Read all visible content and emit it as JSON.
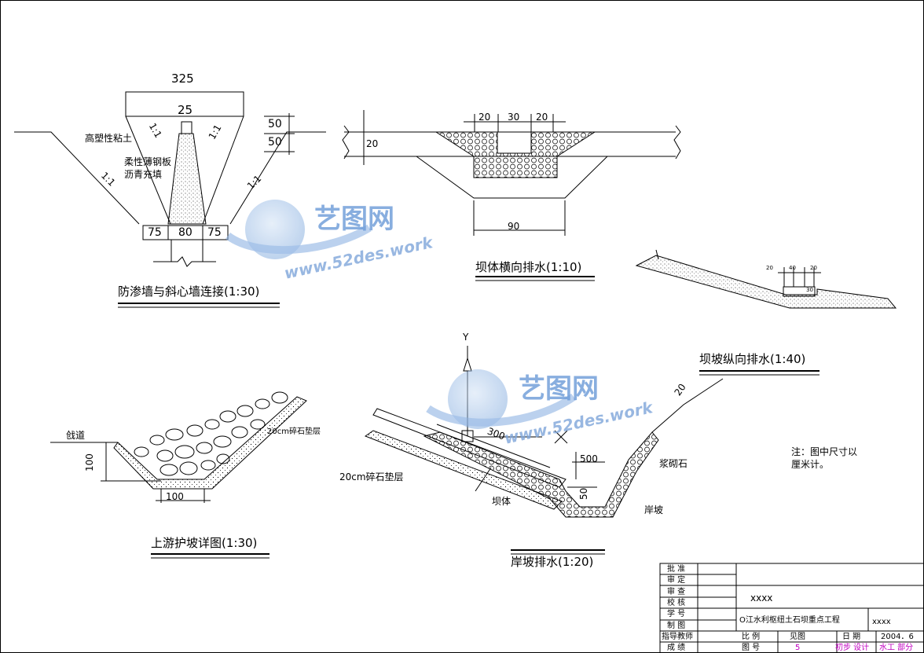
{
  "watermark": {
    "brand": "艺图网",
    "site": "www.52des.work"
  },
  "fig1": {
    "title": "防渗墙与斜心墙连接(1:30)",
    "top_width": "325",
    "core_top": "25",
    "bottom_left": "75",
    "bottom_mid": "80",
    "bottom_right": "75",
    "dim_a": "50",
    "dim_b": "50",
    "slope_inner_left": "1:1",
    "slope_inner_right": "1:1",
    "slope_outer_left": "1:1",
    "slope_outer_right": "1:1",
    "label_clay": "高塑性粘土",
    "label_plate": "柔性薄钢板",
    "label_asphalt": "沥青充填"
  },
  "fig2": {
    "title": "坝体横向排水(1:10)",
    "d1": "20",
    "d2": "30",
    "d3": "20",
    "d_left": "20",
    "d_bottom": "90"
  },
  "fig3": {
    "title": "坝坡纵向排水(1:40)",
    "d1": "20",
    "d2": "40",
    "d3": "20",
    "d4": "30"
  },
  "fig4": {
    "title": "上游护坡详图(1:30)",
    "label_road": "戗道",
    "label_gravel": "20cm碎石垫层",
    "d_height": "100",
    "d_bottom": "100"
  },
  "fig5": {
    "title": "岸坡排水(1:20)",
    "axis_y": "Y",
    "axis_x": "X",
    "d300": "300",
    "d500": "500",
    "d50": "50",
    "d20": "20",
    "label_gravel": "20cm碎石垫层",
    "label_dam": "坝体",
    "label_masonry": "浆砌石",
    "label_bank": "岸坡"
  },
  "note": {
    "line1": "注：图中尺寸以",
    "line2": "厘米计。"
  },
  "title_block": {
    "r1": "批 准",
    "r2": "审 定",
    "r3": "审 查",
    "r4": "校 核",
    "r5": "学 号",
    "r6": "制 图",
    "r7": "指导教师",
    "r8": "成 绩",
    "name": "xxxx",
    "project": "O江水利枢纽土石坝重点工程",
    "project_code": "xxxx",
    "scale_label": "比 例",
    "scale_value": "见图",
    "date_label": "日 期",
    "date_value": "2004．6",
    "drawing_no_label": "图 号",
    "drawing_no": "5",
    "stage": "初步 设计",
    "part": "水工 部分"
  }
}
